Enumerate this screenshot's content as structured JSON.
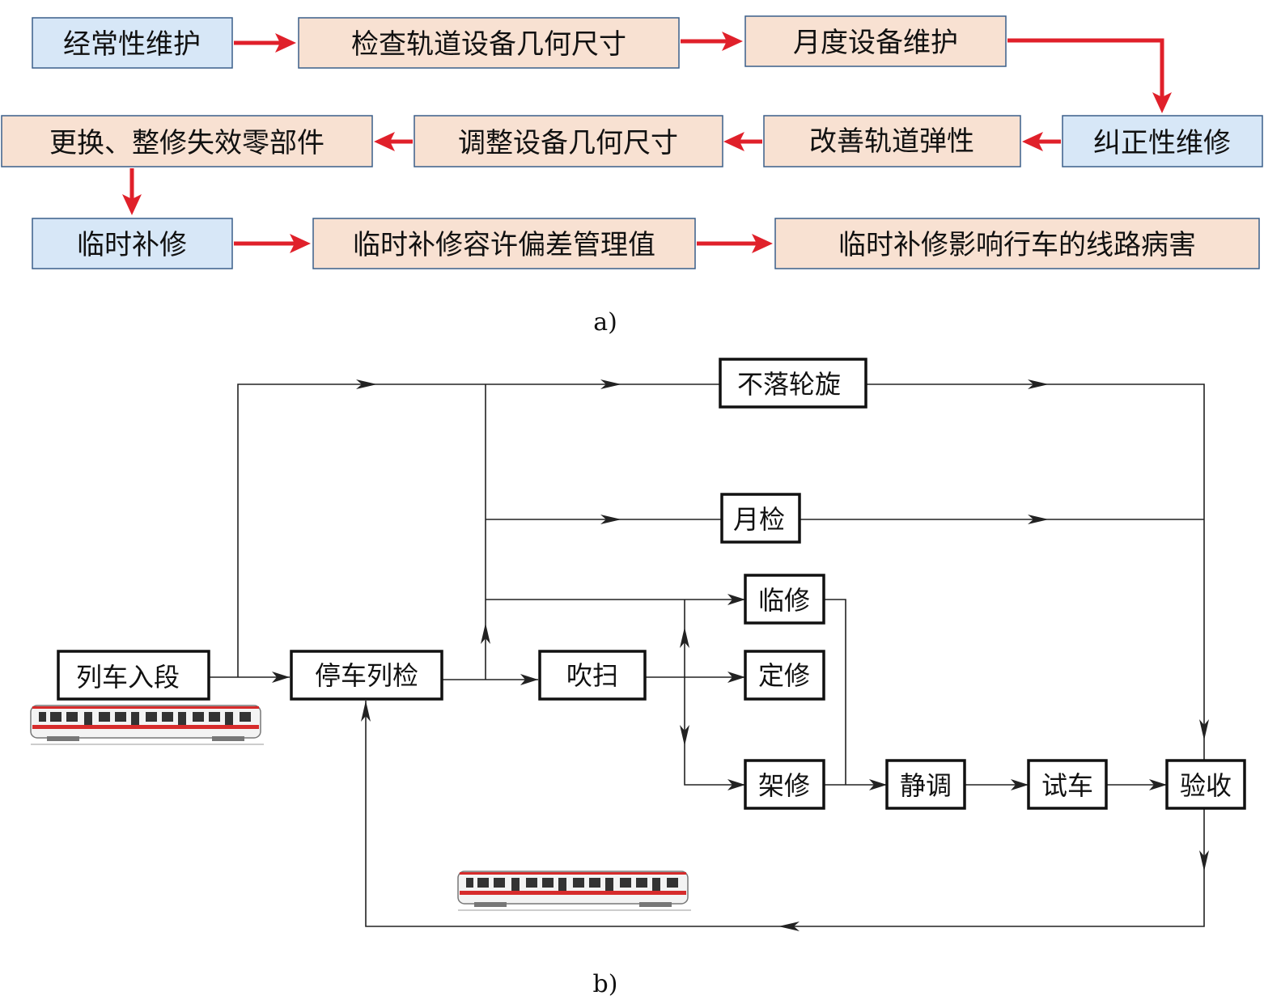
{
  "part_a": {
    "caption": "a)",
    "nodes": {
      "routine": "经常性维护",
      "inspect_geometry": "检查轨道设备几何尺寸",
      "monthly_maint": "月度设备维护",
      "corrective": "纠正性维修",
      "improve_elasticity": "改善轨道弹性",
      "adjust_geometry": "调整设备几何尺寸",
      "replace_parts": "更换、整修失效零部件",
      "temp_repair": "临时补修",
      "temp_tolerance": "临时补修容许偏差管理值",
      "temp_defects": "临时补修影响行车的线路病害"
    }
  },
  "part_b": {
    "caption": "b)",
    "nodes": {
      "train_in": "列车入段",
      "parking_check": "停车列检",
      "blow_clean": "吹扫",
      "wheel_lathe": "不落轮旋",
      "monthly_check": "月检",
      "temp_fix": "临修",
      "scheduled_fix": "定修",
      "frame_fix": "架修",
      "static_adjust": "静调",
      "test_run": "试车",
      "acceptance": "验收"
    }
  },
  "colors": {
    "red_arrow": "#e0202a",
    "blue_box": "#d7e7f7",
    "peach_box": "#f8e1d2",
    "train_stripe": "#d62b2b"
  }
}
